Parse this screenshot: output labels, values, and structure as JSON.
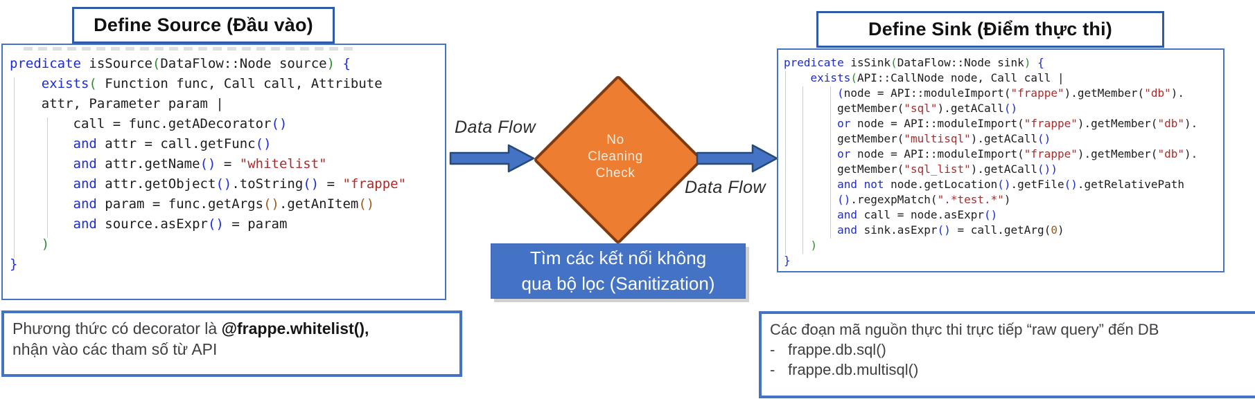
{
  "colors": {
    "accent_blue": "#4472c4",
    "title_border_blue": "#2e5aa8",
    "diamond_fill": "#ed7d31",
    "diamond_border": "#7e3a10",
    "code_keyword_blue": "#1a2bdd",
    "code_string_red": "#ad2a2a",
    "code_green": "#2e8b2e",
    "code_brown": "#9c5a1d",
    "caption_shadow_gray": "#d0d0d0"
  },
  "source_section": {
    "title": "Define Source (Đầu vào)",
    "code": [
      [
        [
          "k",
          "predicate"
        ],
        [
          "p",
          " isSource"
        ],
        [
          "g",
          "("
        ],
        [
          "p",
          "DataFlow::Node source"
        ],
        [
          "g",
          ")"
        ],
        [
          "k",
          " {"
        ]
      ],
      [
        [
          "p",
          "    "
        ],
        [
          "k",
          "exists"
        ],
        [
          "g",
          "("
        ],
        [
          "p",
          " Function func, Call call, Attribute"
        ]
      ],
      [
        [
          "p",
          "    attr, Parameter param |"
        ]
      ],
      [
        [
          "p",
          "        call = func.getADecorator"
        ],
        [
          "k",
          "()"
        ]
      ],
      [
        [
          "p",
          "        "
        ],
        [
          "k",
          "and"
        ],
        [
          "p",
          " attr = call.getFunc"
        ],
        [
          "k",
          "()"
        ]
      ],
      [
        [
          "p",
          "        "
        ],
        [
          "k",
          "and"
        ],
        [
          "p",
          " attr.getName"
        ],
        [
          "k",
          "()"
        ],
        [
          "p",
          " = "
        ],
        [
          "s",
          "\"whitelist\""
        ]
      ],
      [
        [
          "p",
          "        "
        ],
        [
          "k",
          "and"
        ],
        [
          "p",
          " attr.getObject"
        ],
        [
          "k",
          "()"
        ],
        [
          "p",
          ".toString"
        ],
        [
          "k",
          "()"
        ],
        [
          "p",
          " = "
        ],
        [
          "s",
          "\"frappe\""
        ]
      ],
      [
        [
          "p",
          "        "
        ],
        [
          "k",
          "and"
        ],
        [
          "p",
          " param = func.getArgs"
        ],
        [
          "n",
          "()"
        ],
        [
          "p",
          ".getAnItem"
        ],
        [
          "n",
          "()"
        ]
      ],
      [
        [
          "p",
          "        "
        ],
        [
          "k",
          "and"
        ],
        [
          "p",
          " source.asExpr"
        ],
        [
          "k",
          "()"
        ],
        [
          "p",
          " = param"
        ]
      ],
      [
        [
          "p",
          "    "
        ],
        [
          "g",
          ")"
        ]
      ],
      [
        [
          "k",
          "}"
        ]
      ]
    ],
    "note": {
      "text_normal": "Phương thức có decorator là ",
      "text_bold": "@frappe.whitelist(),",
      "line2": "nhận vào các tham số từ API"
    }
  },
  "flow": {
    "label_left": "Data Flow",
    "label_right": "Data Flow",
    "diamond_lines": [
      "No",
      "Cleaning",
      "Check"
    ],
    "caption_line1": "Tìm các kết nối không",
    "caption_line2": "qua bộ lọc (Sanitization)"
  },
  "sink_section": {
    "title": "Define Sink (Điểm thực thi)",
    "code": [
      [
        [
          "k",
          "predicate"
        ],
        [
          "p",
          " isSink"
        ],
        [
          "g",
          "("
        ],
        [
          "p",
          "DataFlow::Node sink"
        ],
        [
          "g",
          ")"
        ],
        [
          "k",
          " {"
        ]
      ],
      [
        [
          "p",
          "    "
        ],
        [
          "k",
          "exists"
        ],
        [
          "g",
          "("
        ],
        [
          "p",
          "API::CallNode node, Call call |"
        ]
      ],
      [
        [
          "p",
          "        "
        ],
        [
          "k",
          "("
        ],
        [
          "p",
          "node = API::moduleImport("
        ],
        [
          "s",
          "\"frappe\""
        ],
        [
          "p",
          ").getMember("
        ],
        [
          "s",
          "\"db\""
        ],
        [
          "p",
          ")."
        ]
      ],
      [
        [
          "p",
          "        getMember("
        ],
        [
          "s",
          "\"sql\""
        ],
        [
          "p",
          ").getACall"
        ],
        [
          "k",
          "()"
        ]
      ],
      [
        [
          "p",
          "        "
        ],
        [
          "k",
          "or"
        ],
        [
          "p",
          " node = API::moduleImport("
        ],
        [
          "s",
          "\"frappe\""
        ],
        [
          "p",
          ").getMember("
        ],
        [
          "s",
          "\"db\""
        ],
        [
          "p",
          ")."
        ]
      ],
      [
        [
          "p",
          "        getMember("
        ],
        [
          "s",
          "\"multisql\""
        ],
        [
          "p",
          ").getACall"
        ],
        [
          "k",
          "()"
        ]
      ],
      [
        [
          "p",
          "        "
        ],
        [
          "k",
          "or"
        ],
        [
          "p",
          " node = API::moduleImport("
        ],
        [
          "s",
          "\"frappe\""
        ],
        [
          "p",
          ").getMember("
        ],
        [
          "s",
          "\"db\""
        ],
        [
          "p",
          ")."
        ]
      ],
      [
        [
          "p",
          "        getMember("
        ],
        [
          "s",
          "\"sql_list\""
        ],
        [
          "p",
          ").getACall"
        ],
        [
          "k",
          "()"
        ],
        [
          "k",
          ")"
        ]
      ],
      [
        [
          "p",
          "        "
        ],
        [
          "k",
          "and"
        ],
        [
          "p",
          " "
        ],
        [
          "k",
          "not"
        ],
        [
          "p",
          " node.getLocation"
        ],
        [
          "k",
          "()"
        ],
        [
          "p",
          ".getFile"
        ],
        [
          "k",
          "()"
        ],
        [
          "p",
          ".getRelativePath"
        ]
      ],
      [
        [
          "p",
          "        "
        ],
        [
          "k",
          "()"
        ],
        [
          "p",
          ".regexpMatch("
        ],
        [
          "s",
          "\".*test.*\""
        ],
        [
          "p",
          ")"
        ]
      ],
      [
        [
          "p",
          "        "
        ],
        [
          "k",
          "and"
        ],
        [
          "p",
          " call = node.asExpr"
        ],
        [
          "k",
          "()"
        ]
      ],
      [
        [
          "p",
          "        "
        ],
        [
          "k",
          "and"
        ],
        [
          "p",
          " sink.asExpr"
        ],
        [
          "k",
          "()"
        ],
        [
          "p",
          " = call.getArg("
        ],
        [
          "n",
          "0"
        ],
        [
          "p",
          ")"
        ]
      ],
      [
        [
          "p",
          "    "
        ],
        [
          "g",
          ")"
        ]
      ],
      [
        [
          "k",
          "}"
        ]
      ]
    ],
    "note": {
      "heading": "Các đoạn mã nguồn thực thi trực tiếp “raw query” đến DB",
      "bullet": "-",
      "items": [
        "frappe.db.sql()",
        "frappe.db.multisql()"
      ]
    }
  }
}
